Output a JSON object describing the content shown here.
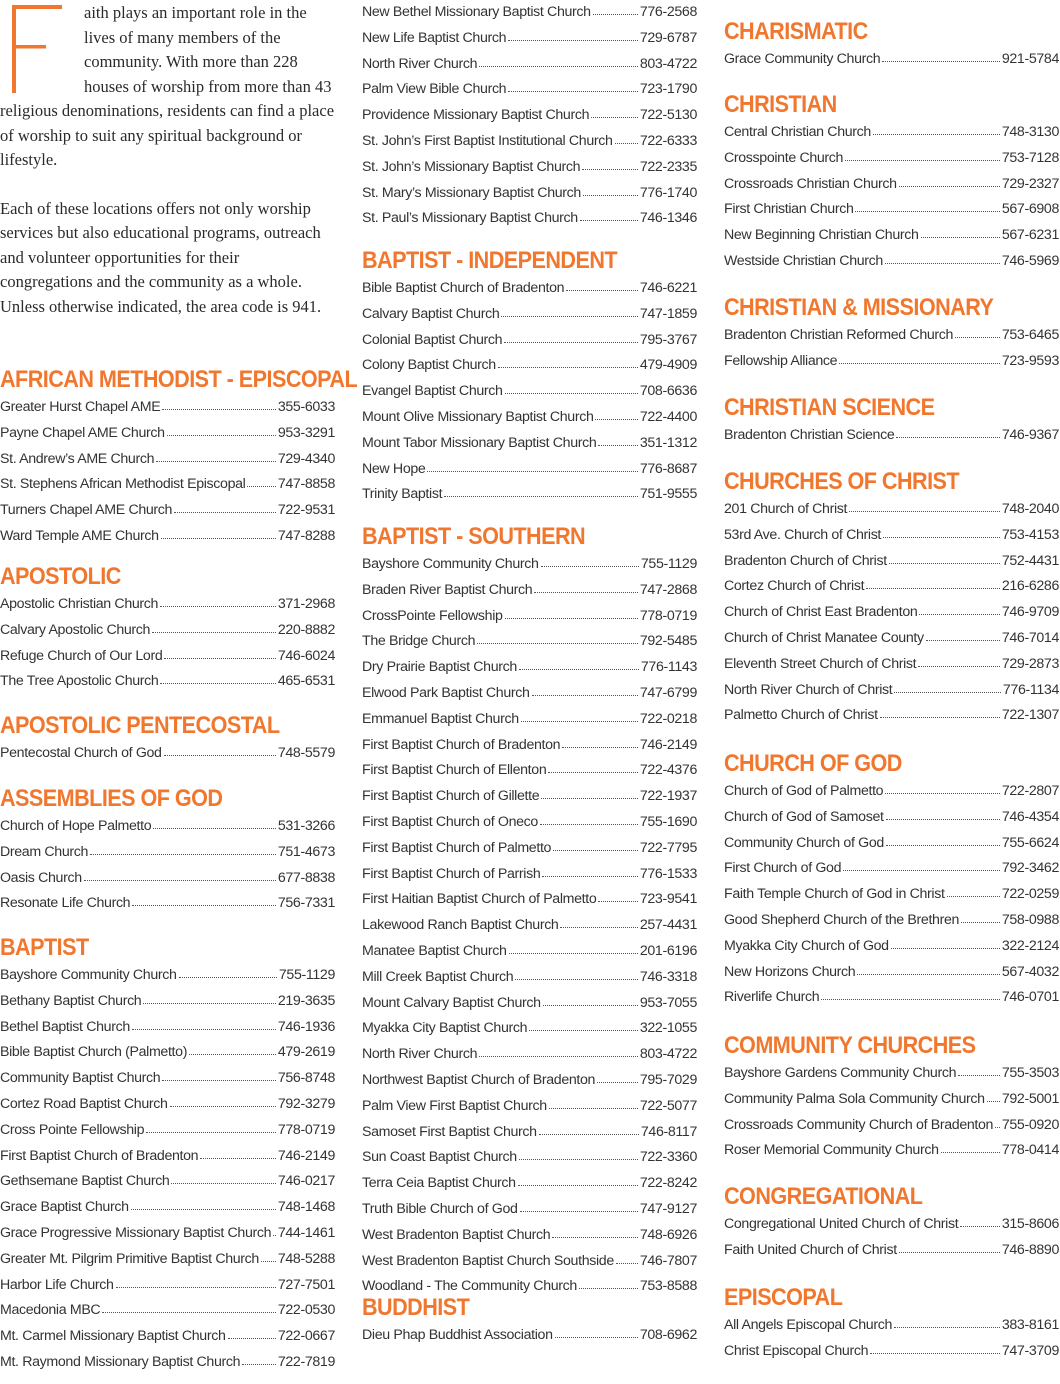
{
  "intro": {
    "dropcap_letter": "F",
    "first_paragraph": "aith plays an important role in the lives of many members of the community. With more than 228 houses of worship from more than 43 religious denominations, residents can find a place of worship to suit any spiritual background or lifestyle.",
    "second_paragraph": "Each of these locations offers not only worship services but also educational programs, outreach and volunteer opportunities for their congregations and the community as a whole. Unless otherwise indicated, the area code is 941."
  },
  "colors": {
    "accent": "#f0772d",
    "text": "#333333"
  },
  "columns": [
    [
      {
        "heading": "AFRICAN METHODIST - EPISCOPAL",
        "entries": [
          {
            "name": "Greater Hurst Chapel AME",
            "phone": "355-6033"
          },
          {
            "name": "Payne Chapel AME Church",
            "phone": "953-3291"
          },
          {
            "name": "St. Andrew’s AME Church",
            "phone": "729-4340"
          },
          {
            "name": "St. Stephens African Methodist Episcopal",
            "phone": "747-8858"
          },
          {
            "name": "Turners Chapel AME Church",
            "phone": "722-9531"
          },
          {
            "name": "Ward Temple AME Church",
            "phone": "747-8288"
          }
        ]
      },
      {
        "heading": "APOSTOLIC",
        "entries": [
          {
            "name": "Apostolic Christian Church",
            "phone": "371-2968"
          },
          {
            "name": "Calvary Apostolic Church",
            "phone": "220-8882"
          },
          {
            "name": "Refuge Church of Our Lord",
            "phone": "746-6024"
          },
          {
            "name": "The Tree Apostolic Church",
            "phone": "465-6531"
          }
        ]
      },
      {
        "heading": "APOSTOLIC PENTECOSTAL",
        "entries": [
          {
            "name": "Pentecostal Church of God",
            "phone": "748-5579"
          }
        ]
      },
      {
        "heading": "ASSEMBLIES OF GOD",
        "entries": [
          {
            "name": "Church of Hope Palmetto",
            "phone": "531-3266"
          },
          {
            "name": "Dream Church",
            "phone": "751-4673"
          },
          {
            "name": "Oasis Church",
            "phone": "677-8838"
          },
          {
            "name": "Resonate Life Church",
            "phone": "756-7331"
          }
        ]
      },
      {
        "heading": "BAPTIST",
        "entries": [
          {
            "name": "Bayshore Community Church",
            "phone": "755-1129"
          },
          {
            "name": "Bethany Baptist Church",
            "phone": "219-3635"
          },
          {
            "name": "Bethel Baptist Church",
            "phone": "746-1936"
          },
          {
            "name": "Bible Baptist Church (Palmetto)",
            "phone": "479-2619"
          },
          {
            "name": "Community Baptist Church",
            "phone": "756-8748"
          },
          {
            "name": "Cortez Road Baptist Church",
            "phone": "792-3279"
          },
          {
            "name": "Cross Pointe Fellowship",
            "phone": "778-0719"
          },
          {
            "name": "First Baptist Church of Bradenton",
            "phone": "746-2149"
          },
          {
            "name": "Gethsemane Baptist Church",
            "phone": "746-0217"
          },
          {
            "name": "Grace Baptist Church",
            "phone": "748-1468"
          },
          {
            "name": "Grace Progressive Missionary Baptist Church",
            "phone": "744-1461"
          },
          {
            "name": "Greater Mt. Pilgrim Primitive Baptist Church",
            "phone": "748-5288"
          },
          {
            "name": "Harbor Life Church",
            "phone": "727-7501"
          },
          {
            "name": "Macedonia MBC",
            "phone": "722-0530"
          },
          {
            "name": "Mt. Carmel Missionary Baptist Church",
            "phone": "722-0667"
          },
          {
            "name": "Mt. Raymond Missionary Baptist Church",
            "phone": "722-7819"
          }
        ]
      }
    ],
    [
      {
        "heading": "",
        "entries": [
          {
            "name": "New Bethel Missionary Baptist Church",
            "phone": "776-2568"
          },
          {
            "name": "New Life Baptist Church",
            "phone": "729-6787"
          },
          {
            "name": "North River Church",
            "phone": "803-4722"
          },
          {
            "name": "Palm View Bible Church",
            "phone": "723-1790"
          },
          {
            "name": "Providence Missionary Baptist Church",
            "phone": "722-5130"
          },
          {
            "name": "St. John’s First Baptist Institutional Church",
            "phone": "722-6333"
          },
          {
            "name": "St. John’s Missionary Baptist Church",
            "phone": "722-2335"
          },
          {
            "name": "St. Mary’s Missionary Baptist Church",
            "phone": "776-1740"
          },
          {
            "name": "St. Paul’s Missionary Baptist Church",
            "phone": "746-1346"
          }
        ]
      },
      {
        "heading": "BAPTIST - INDEPENDENT",
        "entries": [
          {
            "name": "Bible Baptist Church of Bradenton",
            "phone": "746-6221"
          },
          {
            "name": "Calvary Baptist Church",
            "phone": "747-1859"
          },
          {
            "name": "Colonial Baptist Church",
            "phone": "795-3767"
          },
          {
            "name": "Colony Baptist Church",
            "phone": "479-4909"
          },
          {
            "name": "Evangel Baptist Church",
            "phone": "708-6636"
          },
          {
            "name": "Mount Olive Missionary Baptist Church",
            "phone": "722-4400"
          },
          {
            "name": "Mount Tabor Missionary Baptist Church",
            "phone": "351-1312"
          },
          {
            "name": "New Hope",
            "phone": "776-8687"
          },
          {
            "name": "Trinity Baptist",
            "phone": "751-9555"
          }
        ]
      },
      {
        "heading": "BAPTIST - SOUTHERN",
        "entries": [
          {
            "name": "Bayshore Community Church",
            "phone": "755-1129"
          },
          {
            "name": "Braden River Baptist Church",
            "phone": "747-2868"
          },
          {
            "name": "CrossPointe Fellowship",
            "phone": "778-0719"
          },
          {
            "name": "The Bridge Church",
            "phone": "792-5485"
          },
          {
            "name": "Dry Prairie Baptist Church",
            "phone": "776-1143"
          },
          {
            "name": "Elwood Park Baptist Church",
            "phone": "747-6799"
          },
          {
            "name": "Emmanuel Baptist Church",
            "phone": "722-0218"
          },
          {
            "name": "First Baptist Church of Bradenton",
            "phone": "746-2149"
          },
          {
            "name": "First Baptist Church of Ellenton",
            "phone": "722-4376"
          },
          {
            "name": "First Baptist Church of Gillette",
            "phone": "722-1937"
          },
          {
            "name": "First Baptist Church of Oneco",
            "phone": "755-1690"
          },
          {
            "name": "First Baptist Church of Palmetto",
            "phone": "722-7795"
          },
          {
            "name": "First Baptist Church of Parrish",
            "phone": "776-1533"
          },
          {
            "name": "First Haitian Baptist Church of Palmetto",
            "phone": "723-9541"
          },
          {
            "name": "Lakewood Ranch Baptist Church",
            "phone": "257-4431"
          },
          {
            "name": "Manatee Baptist Church",
            "phone": "201-6196"
          },
          {
            "name": "Mill Creek Baptist Church",
            "phone": "746-3318"
          },
          {
            "name": "Mount Calvary Baptist Church",
            "phone": "953-7055"
          },
          {
            "name": "Myakka City Baptist Church",
            "phone": "322-1055"
          },
          {
            "name": "North River Church",
            "phone": "803-4722"
          },
          {
            "name": "Northwest Baptist Church of Bradenton",
            "phone": "795-7029"
          },
          {
            "name": "Palm View First Baptist Church",
            "phone": "722-5077"
          },
          {
            "name": "Samoset First Baptist Church",
            "phone": "746-8117"
          },
          {
            "name": "Sun Coast Baptist Church",
            "phone": "722-3360"
          },
          {
            "name": "Terra Ceia Baptist Church",
            "phone": "722-8242"
          },
          {
            "name": "Truth Bible Church of God",
            "phone": "747-9127"
          },
          {
            "name": "West Bradenton Baptist Church",
            "phone": "748-6926"
          },
          {
            "name": "West Bradenton Baptist Church Southside",
            "phone": "746-7807"
          },
          {
            "name": "Woodland - The Community Church",
            "phone": "753-8588"
          }
        ]
      },
      {
        "heading": "BUDDHIST",
        "entries": [
          {
            "name": "Dieu Phap Buddhist Association",
            "phone": "708-6962"
          }
        ]
      }
    ],
    [
      {
        "heading": "CHARISMATIC",
        "entries": [
          {
            "name": "Grace Community Church",
            "phone": "921-5784"
          }
        ]
      },
      {
        "heading": "CHRISTIAN",
        "entries": [
          {
            "name": "Central Christian Church",
            "phone": "748-3130"
          },
          {
            "name": "Crosspointe Church",
            "phone": "753-7128"
          },
          {
            "name": "Crossroads Christian Church",
            "phone": "729-2327"
          },
          {
            "name": "First Christian Church",
            "phone": "567-6908"
          },
          {
            "name": "New Beginning Christian Church",
            "phone": "567-6231"
          },
          {
            "name": "Westside Christian Church",
            "phone": "746-5969"
          }
        ]
      },
      {
        "heading": "CHRISTIAN & MISSIONARY",
        "entries": [
          {
            "name": "Bradenton Christian Reformed Church",
            "phone": "753-6465"
          },
          {
            "name": "Fellowship Alliance",
            "phone": "723-9593"
          }
        ]
      },
      {
        "heading": "CHRISTIAN SCIENCE",
        "entries": [
          {
            "name": "Bradenton Christian Science",
            "phone": "746-9367"
          }
        ]
      },
      {
        "heading": "CHURCHES OF CHRIST",
        "entries": [
          {
            "name": "201 Church of Christ",
            "phone": "748-2040"
          },
          {
            "name": "53rd Ave. Church of Christ",
            "phone": "753-4153"
          },
          {
            "name": "Bradenton Church of Christ",
            "phone": "752-4431"
          },
          {
            "name": "Cortez Church of Christ",
            "phone": "216-6286"
          },
          {
            "name": "Church of Christ East Bradenton",
            "phone": "746-9709"
          },
          {
            "name": "Church of Christ Manatee County",
            "phone": "746-7014"
          },
          {
            "name": "Eleventh Street Church of Christ",
            "phone": "729-2873"
          },
          {
            "name": "North River Church of Christ",
            "phone": "776-1134"
          },
          {
            "name": "Palmetto Church of Christ",
            "phone": "722-1307"
          }
        ]
      },
      {
        "heading": "CHURCH OF GOD",
        "entries": [
          {
            "name": "Church of God of Palmetto",
            "phone": "722-2807"
          },
          {
            "name": "Church of God of Samoset",
            "phone": "746-4354"
          },
          {
            "name": "Community Church of God",
            "phone": "755-6624"
          },
          {
            "name": "First Church of God",
            "phone": "792-3462"
          },
          {
            "name": "Faith Temple Church of God in Christ",
            "phone": "722-0259"
          },
          {
            "name": "Good Shepherd Church of the Brethren",
            "phone": "758-0988"
          },
          {
            "name": "Myakka City Church of God",
            "phone": "322-2124"
          },
          {
            "name": "New Horizons Church",
            "phone": "567-4032"
          },
          {
            "name": "Riverlife Church",
            "phone": "746-0701"
          }
        ]
      },
      {
        "heading": "COMMUNITY CHURCHES",
        "entries": [
          {
            "name": "Bayshore Gardens Community Church",
            "phone": "755-3503"
          },
          {
            "name": "Community Palma Sola Community Church",
            "phone": "792-5001"
          },
          {
            "name": "Crossroads Community Church of Bradenton",
            "phone": "755-0920"
          },
          {
            "name": "Roser Memorial Community Church",
            "phone": "778-0414"
          }
        ]
      },
      {
        "heading": "CONGREGATIONAL",
        "entries": [
          {
            "name": "Congregational United Church of Christ",
            "phone": "315-8606"
          },
          {
            "name": "Faith United Church of Christ",
            "phone": "746-8890"
          }
        ]
      },
      {
        "heading": "EPISCOPAL",
        "entries": [
          {
            "name": "All Angels Episcopal Church",
            "phone": "383-8161"
          },
          {
            "name": "Christ Episcopal Church",
            "phone": "747-3709"
          }
        ]
      }
    ]
  ]
}
